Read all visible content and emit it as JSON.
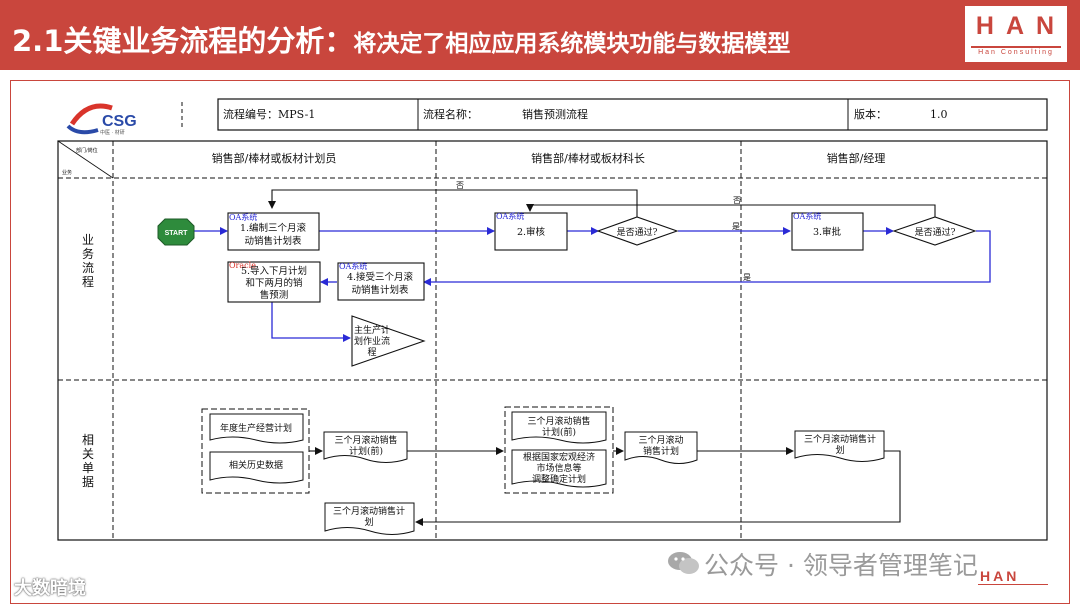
{
  "header": {
    "title_main": "2.1关键业务流程的分析：",
    "title_sub": "将决定了相应应用系统模块功能与数据模型",
    "logo_text": "HAN",
    "logo_sub": "Han Consulting",
    "bg_color": "#c9463d"
  },
  "diagram": {
    "company_logo_text": "CSG",
    "company_logo_sub": "中医 · 材研",
    "meta": {
      "code_label": "流程编号：MPS-1",
      "name_label": "流程名称：",
      "name_value": "销售预测流程",
      "version_label": "版本：",
      "version_value": "1.0"
    },
    "corner": {
      "top": "部门/岗位",
      "bottom": "业务"
    },
    "lanes": [
      "销售部/棒材或板材计划员",
      "销售部/棒材或板材科长",
      "销售部/经理"
    ],
    "rows": {
      "business": "业务流程",
      "documents": "相关单据"
    },
    "start_label": "START",
    "system_tag": "OA系统",
    "oracle_tag": "Oracle",
    "steps": {
      "s1": [
        "1.编制三个月滚",
        "动销售计划表"
      ],
      "s2": "2.审核",
      "s3": "3.审批",
      "s4": [
        "4.接受三个月滚",
        "动销售计划表"
      ],
      "s5": [
        "5.导入下月计划",
        "和下两月的销",
        "售预测"
      ]
    },
    "decisions": {
      "d1": "是否通过?",
      "d2": "是否通过?"
    },
    "off_page": [
      "主生产计",
      "划作业流",
      "程"
    ],
    "arrow_labels": {
      "yes": "是",
      "no": "否"
    },
    "documents": {
      "group1": [
        "年度生产经营计划",
        "相关历史数据"
      ],
      "d_plan_draft": [
        "三个月滚动销售",
        "计划(前)"
      ],
      "group2": [
        "三个月滚动销售",
        "计划(前)",
        "根据国家宏观经济",
        "市场信息等",
        "调整确定计划"
      ],
      "d_plan_mid": [
        "三个月滚动",
        "销售计划"
      ],
      "d_plan_final": [
        "三个月滚动销售计",
        "划"
      ],
      "d_plan_return": [
        "三个月滚动销售计",
        "划"
      ]
    }
  },
  "watermark": {
    "text": "公众号 · 领导者管理笔记",
    "corner_text": "大数暗境",
    "logo": "HAN"
  }
}
